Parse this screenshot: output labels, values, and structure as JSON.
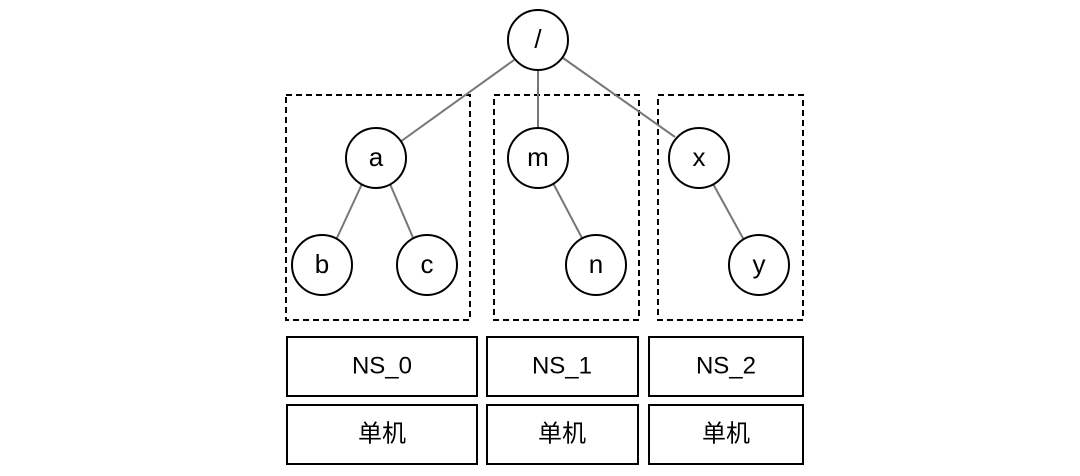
{
  "tree": {
    "root": "/",
    "nodes": {
      "a": "a",
      "b": "b",
      "c": "c",
      "m": "m",
      "n": "n",
      "x": "x",
      "y": "y"
    }
  },
  "namespaces": [
    {
      "name": "NS_0",
      "mode": "单机"
    },
    {
      "name": "NS_1",
      "mode": "单机"
    },
    {
      "name": "NS_2",
      "mode": "单机"
    }
  ]
}
